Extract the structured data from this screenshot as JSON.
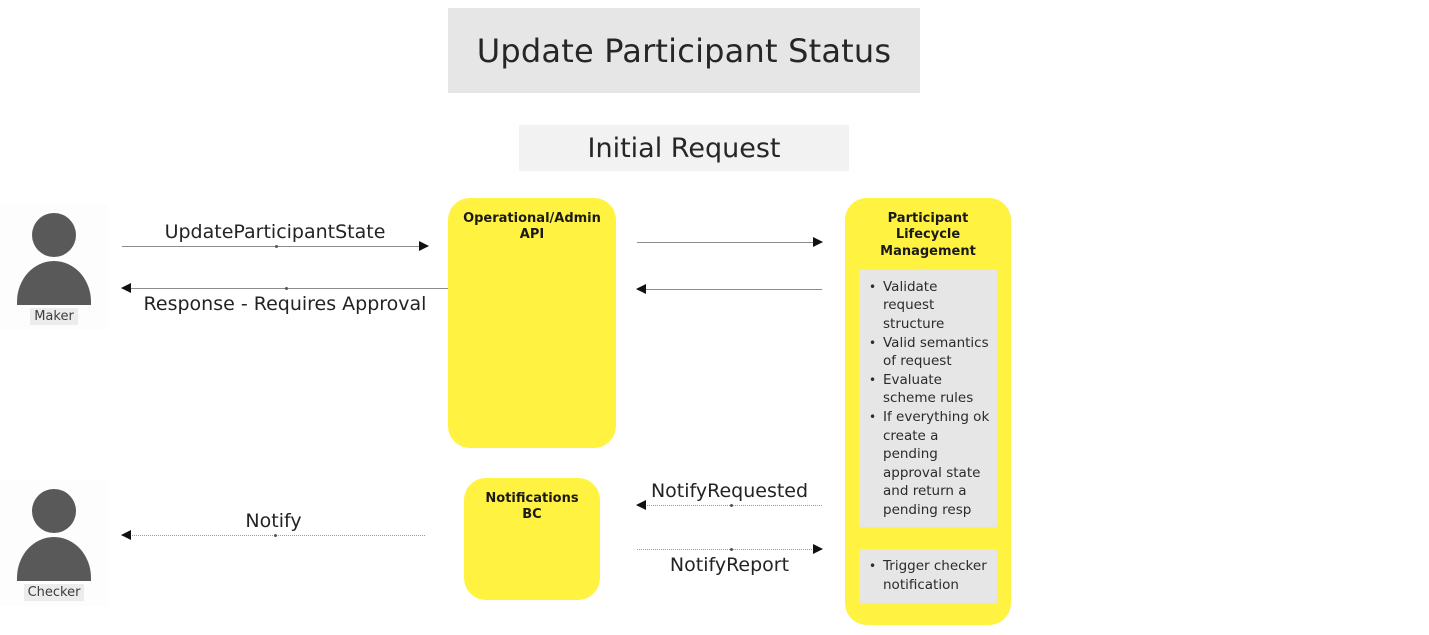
{
  "title": "Update Participant Status",
  "phase": "Initial Request",
  "actors": [
    {
      "name": "maker",
      "label": "Maker"
    },
    {
      "name": "checker",
      "label": "Checker"
    }
  ],
  "services": [
    {
      "name": "operational-admin-api",
      "label": "Operational/Admin API"
    },
    {
      "name": "notifications-bc",
      "label": "Notifications BC"
    },
    {
      "name": "participant-lifecycle-management",
      "label": "Participant Lifecycle Management"
    }
  ],
  "notes": [
    {
      "name": "validation-note",
      "items": [
        "Validate request structure",
        "Valid semantics of request",
        "Evaluate scheme rules",
        "If everything ok create a pending approval state and return a pending resp"
      ]
    },
    {
      "name": "checker-notification-note",
      "items": [
        "Trigger checker notification"
      ]
    }
  ],
  "flows": [
    {
      "name": "update-participant-state",
      "label": "UpdateParticipantState",
      "direction": "right",
      "style": "solid",
      "label_position": "above"
    },
    {
      "name": "response-requires-approval",
      "label": "Response - Requires Approval",
      "direction": "left",
      "style": "solid",
      "label_position": "below"
    },
    {
      "name": "api-to-plm-request",
      "label": "",
      "direction": "right",
      "style": "solid",
      "label_position": "above"
    },
    {
      "name": "plm-to-api-response",
      "label": "",
      "direction": "left",
      "style": "solid",
      "label_position": "below"
    },
    {
      "name": "notify-requested",
      "label": "NotifyRequested",
      "direction": "left",
      "style": "dotted",
      "label_position": "above"
    },
    {
      "name": "notify-report",
      "label": "NotifyReport",
      "direction": "right",
      "style": "dotted",
      "label_position": "below"
    },
    {
      "name": "notify-checker",
      "label": "Notify",
      "direction": "left",
      "style": "dotted",
      "label_position": "above"
    }
  ],
  "colors": {
    "service_yellow": "#FFF240",
    "note_gray": "#E6E6E6",
    "title_band_gray": "#E6E6E6",
    "phase_band_gray": "#F2F2F2",
    "actor_gray": "#595959"
  }
}
